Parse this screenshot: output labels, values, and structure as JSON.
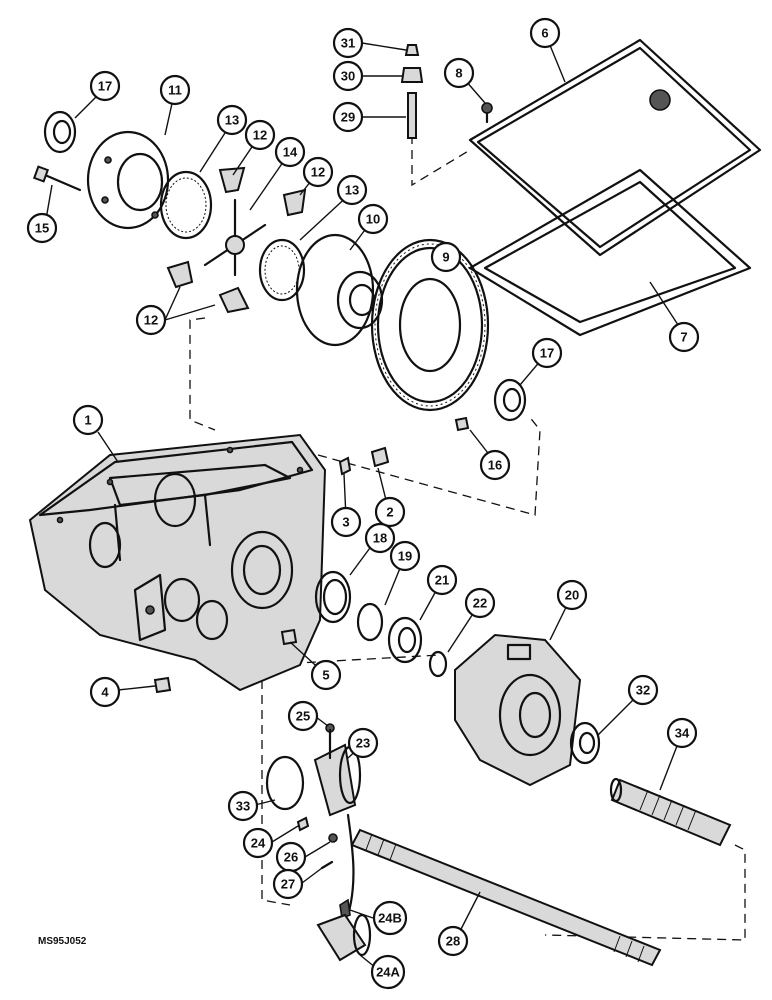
{
  "drawing_code": "MS95J052",
  "callouts": [
    {
      "id": "c1",
      "label": "1"
    },
    {
      "id": "c2",
      "label": "2"
    },
    {
      "id": "c3",
      "label": "3"
    },
    {
      "id": "c4",
      "label": "4"
    },
    {
      "id": "c5",
      "label": "5"
    },
    {
      "id": "c6",
      "label": "6"
    },
    {
      "id": "c7",
      "label": "7"
    },
    {
      "id": "c8",
      "label": "8"
    },
    {
      "id": "c9",
      "label": "9"
    },
    {
      "id": "c10",
      "label": "10"
    },
    {
      "id": "c11",
      "label": "11"
    },
    {
      "id": "c12a",
      "label": "12"
    },
    {
      "id": "c12b",
      "label": "12"
    },
    {
      "id": "c12c",
      "label": "12"
    },
    {
      "id": "c13a",
      "label": "13"
    },
    {
      "id": "c13b",
      "label": "13"
    },
    {
      "id": "c14",
      "label": "14"
    },
    {
      "id": "c15",
      "label": "15"
    },
    {
      "id": "c16",
      "label": "16"
    },
    {
      "id": "c17a",
      "label": "17"
    },
    {
      "id": "c17b",
      "label": "17"
    },
    {
      "id": "c18",
      "label": "18"
    },
    {
      "id": "c19",
      "label": "19"
    },
    {
      "id": "c20",
      "label": "20"
    },
    {
      "id": "c21",
      "label": "21"
    },
    {
      "id": "c22",
      "label": "22"
    },
    {
      "id": "c23",
      "label": "23"
    },
    {
      "id": "c24",
      "label": "24"
    },
    {
      "id": "c24a",
      "label": "24A"
    },
    {
      "id": "c24b",
      "label": "24B"
    },
    {
      "id": "c25",
      "label": "25"
    },
    {
      "id": "c26",
      "label": "26"
    },
    {
      "id": "c27",
      "label": "27"
    },
    {
      "id": "c28",
      "label": "28"
    },
    {
      "id": "c29",
      "label": "29"
    },
    {
      "id": "c30",
      "label": "30"
    },
    {
      "id": "c31",
      "label": "31"
    },
    {
      "id": "c32",
      "label": "32"
    },
    {
      "id": "c33",
      "label": "33"
    },
    {
      "id": "c34",
      "label": "34"
    }
  ]
}
